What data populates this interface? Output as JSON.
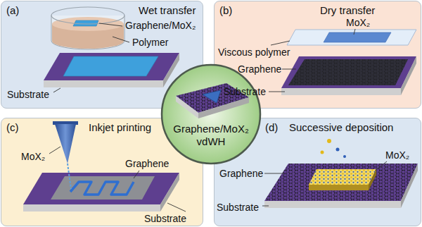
{
  "diagram": {
    "nodes": [
      {
        "text": [
          "(a)",
          "Wet transfer"
        ]
      },
      {
        "text": [
          "(b)",
          "Dry transfer"
        ]
      },
      {
        "text": [
          "Graphene/MoX₂ vdWH"
        ]
      },
      {
        "text": [
          "(c)",
          "Inkjet printing"
        ]
      },
      {
        "text": [
          "(d)",
          "Successive deposition"
        ]
      }
    ],
    "labels": [
      "Graphene/MoX₂",
      "Polymer",
      "Substrate",
      "MoX₂",
      "Viscous polymer",
      "Graphene",
      "Substrate",
      "MoX₂",
      "Graphene",
      "Substrate",
      "Graphene",
      "MoX₂",
      "Substrate"
    ]
  }
}
